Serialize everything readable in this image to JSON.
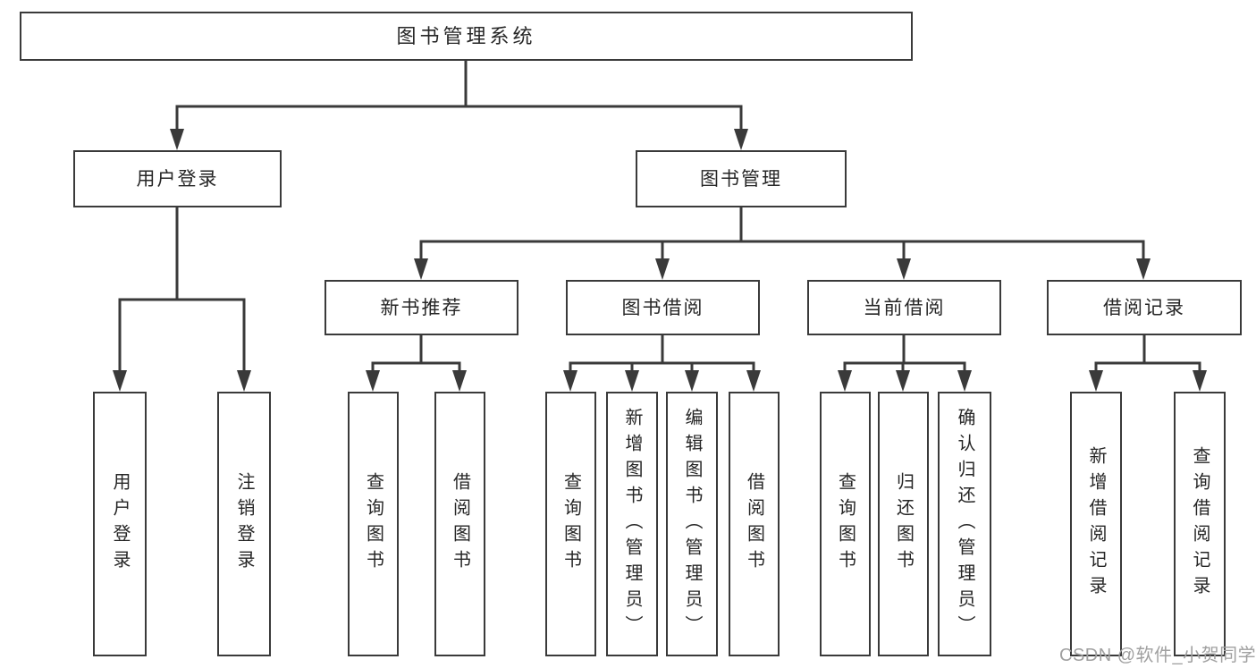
{
  "diagram": {
    "root": "图书管理系统",
    "level2": {
      "user_login": "用户登录",
      "book_mgmt": "图书管理"
    },
    "level3": {
      "new_books": "新书推荐",
      "borrowing": "图书借阅",
      "current": "当前借阅",
      "records": "借阅记录"
    },
    "leaves": {
      "user_login": [
        "用户登录",
        "注销登录"
      ],
      "new_books": [
        "查询图书",
        "借阅图书"
      ],
      "borrowing": [
        "查询图书",
        "新增图书（管理员）",
        "编辑图书（管理员）",
        "借阅图书"
      ],
      "current": [
        "查询图书",
        "归还图书",
        "确认归还（管理员）"
      ],
      "records": [
        "新增借阅记录",
        "查询借阅记录"
      ]
    }
  },
  "watermark": "CSDN @软件_小贺同学",
  "colors": {
    "line": "#3a3a3a",
    "text": "#262626",
    "watermark": "#a0a0a0",
    "background": "#ffffff"
  }
}
